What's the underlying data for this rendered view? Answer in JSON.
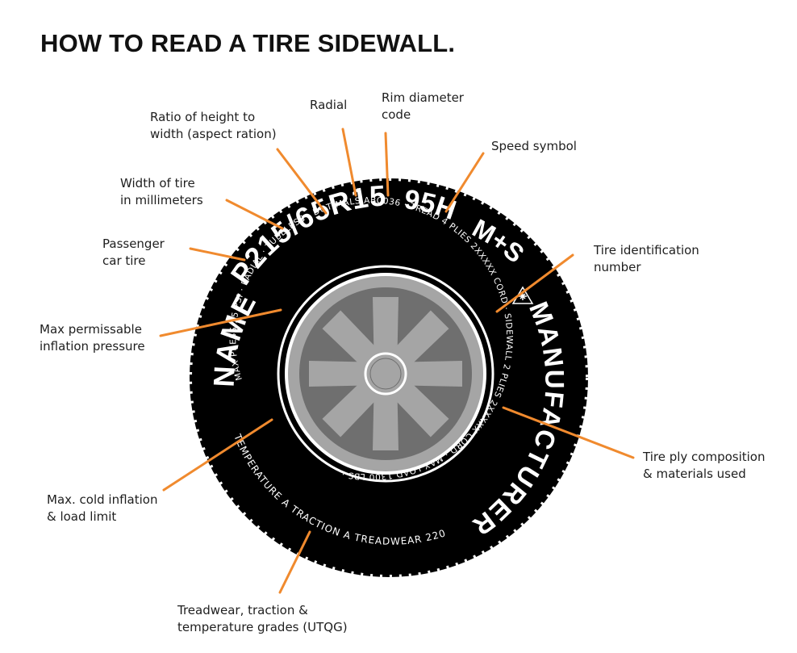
{
  "title": "HOW TO READ A TIRE SIDEWALL.",
  "colors": {
    "leader": "#f08a2e",
    "tire": "#000000",
    "rim": "#a5a5a5",
    "rim_dark": "#6f6f6f",
    "text_on_tire": "#ffffff"
  },
  "sidewall": {
    "size_code": "P215/65R15",
    "service": "95H",
    "ms": "M+S",
    "brand_name": "NAME",
    "brand_manufacturer": "MANUFACTURER",
    "inner_text_top": "MAX PRESS 35 PSI · RADIAL · TUBELESS · DOT MALS ABC036 · TREAD 4 PLIES 2XXXXX CORD · SIDEWALL 2 PLIES 2XXXXX CORD · MAX LOAD 1300 LBS ·",
    "outer_text_bottom": "TEMPERATURE A   TRACTION A   TREADWEAR 220"
  },
  "labels": {
    "passenger": [
      "Passenger",
      "car tire"
    ],
    "width": [
      "Width of tire",
      "in millimeters"
    ],
    "ratio": [
      "Ratio of height to",
      "width (aspect ration)"
    ],
    "radial": [
      "Radial"
    ],
    "rim": [
      "Rim diameter",
      "code"
    ],
    "speed": [
      "Speed symbol"
    ],
    "tin": [
      "Tire identification",
      "number"
    ],
    "pressure": [
      "Max permissable",
      "inflation pressure"
    ],
    "cold": [
      "Max. cold inflation",
      "& load limit"
    ],
    "ply": [
      "Tire ply composition",
      "& materials used"
    ],
    "utqg": [
      "Treadwear, traction &",
      "temperature grades (UTQG)"
    ]
  }
}
